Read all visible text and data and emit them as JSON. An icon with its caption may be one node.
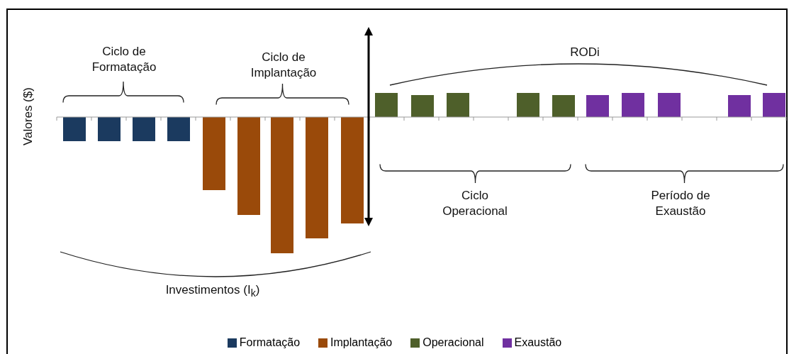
{
  "diagram": {
    "labels": [
      "Ciclo de Formatação",
      "Ciclo de Implantação",
      "RODi",
      "Valores ($)",
      "Ciclo Operacional",
      "Período de Exaustão",
      "Investimentos (I$_{k}$)"
    ],
    "legend": [
      {
        "text": "Formatação",
        "color": "#1b3a5f"
      },
      {
        "text": "Implantação",
        "color": "#9a4a0a"
      },
      {
        "text": "Operacional",
        "color": "#4e5f2a"
      },
      {
        "text": "Exaustão",
        "color": "#7030a0"
      }
    ]
  }
}
